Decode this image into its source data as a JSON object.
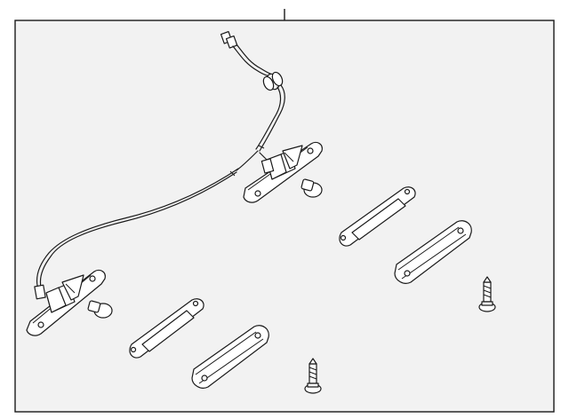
{
  "diagram": {
    "frame_color": "#f2f2f2",
    "line_color": "#1a1a1a",
    "parts": [
      "leader-line",
      "wiring-harness",
      "harness-connector",
      "harness-grommet",
      "lamp-housing-upper",
      "bulb-socket-upper",
      "lamp-housing-lower",
      "bulb-socket-lower",
      "lens-upper",
      "lens-cover-upper",
      "lens-lower",
      "lens-cover-lower",
      "screw-upper",
      "screw-lower"
    ]
  }
}
